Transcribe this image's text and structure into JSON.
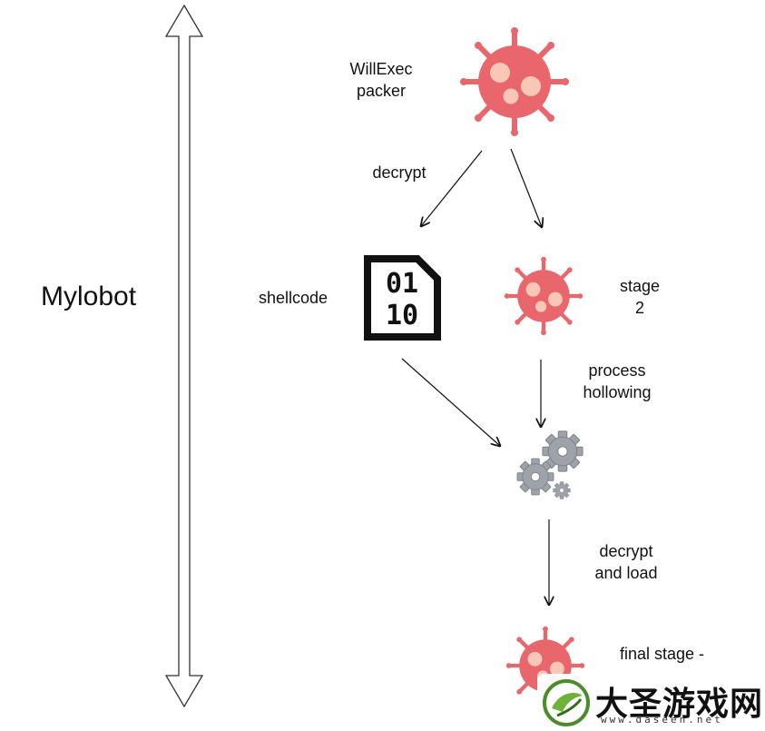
{
  "left_label": "Mylobot",
  "nodes": {
    "willexec": {
      "line1": "WillExec",
      "line2": "packer"
    },
    "shellcode": {
      "label": "shellcode",
      "glyph_line1": "01",
      "glyph_line2": "10"
    },
    "stage2": {
      "line1": "stage",
      "line2": "2"
    },
    "final": {
      "line1": "final stage -"
    }
  },
  "edges": {
    "decrypt": "decrypt",
    "hollowing": {
      "line1": "process",
      "line2": "hollowing"
    },
    "load": {
      "line1": "decrypt",
      "line2": "and load"
    }
  },
  "colors": {
    "virus": "#e8666c",
    "virus_spot": "#f9c7b8",
    "gear": "#9ea2a9",
    "arrow": "#111111"
  },
  "watermark": {
    "text": "大圣游戏网",
    "url": "www.daseen.net"
  }
}
